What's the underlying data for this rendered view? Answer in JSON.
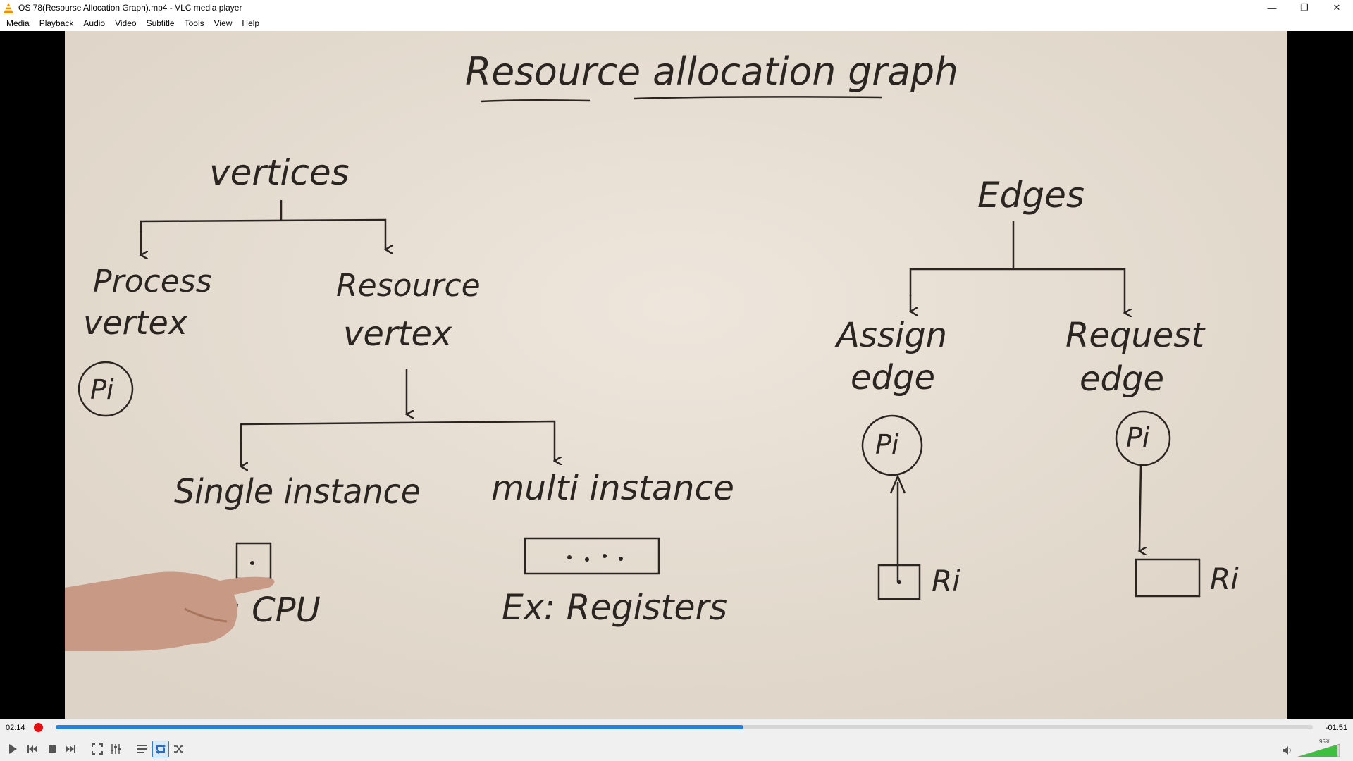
{
  "window": {
    "title": "OS 78(Resourse Allocation Graph).mp4 - VLC media player",
    "controls": {
      "minimize": "—",
      "restore": "❐",
      "close": "✕"
    }
  },
  "menu": [
    "Media",
    "Playback",
    "Audio",
    "Video",
    "Subtitle",
    "Tools",
    "View",
    "Help"
  ],
  "video": {
    "heading": "Resource allocation graph",
    "vertices": "vertices",
    "process_vertex": [
      "Process",
      "vertex"
    ],
    "resource_vertex": [
      "Resource",
      "vertex"
    ],
    "process_node": "Pi",
    "single_instance": "Single instance",
    "multi_instance": "multi instance",
    "ex_cpu": "Ex: CPU",
    "ex_registers": "Ex: Registers",
    "edges": "Edges",
    "assign_edge": [
      "Assign",
      "edge"
    ],
    "request_edge": [
      "Request",
      "edge"
    ],
    "assign_process": "Pi",
    "assign_resource": "Ri",
    "request_process": "Pi",
    "request_resource": "Ri"
  },
  "player": {
    "time_elapsed": "02:14",
    "time_remaining": "-01:51",
    "progress": 0.547,
    "volume_percent": "95%",
    "volume_level": 0.95,
    "accent_color": "#2b7fd4",
    "record_color": "#e11111"
  }
}
